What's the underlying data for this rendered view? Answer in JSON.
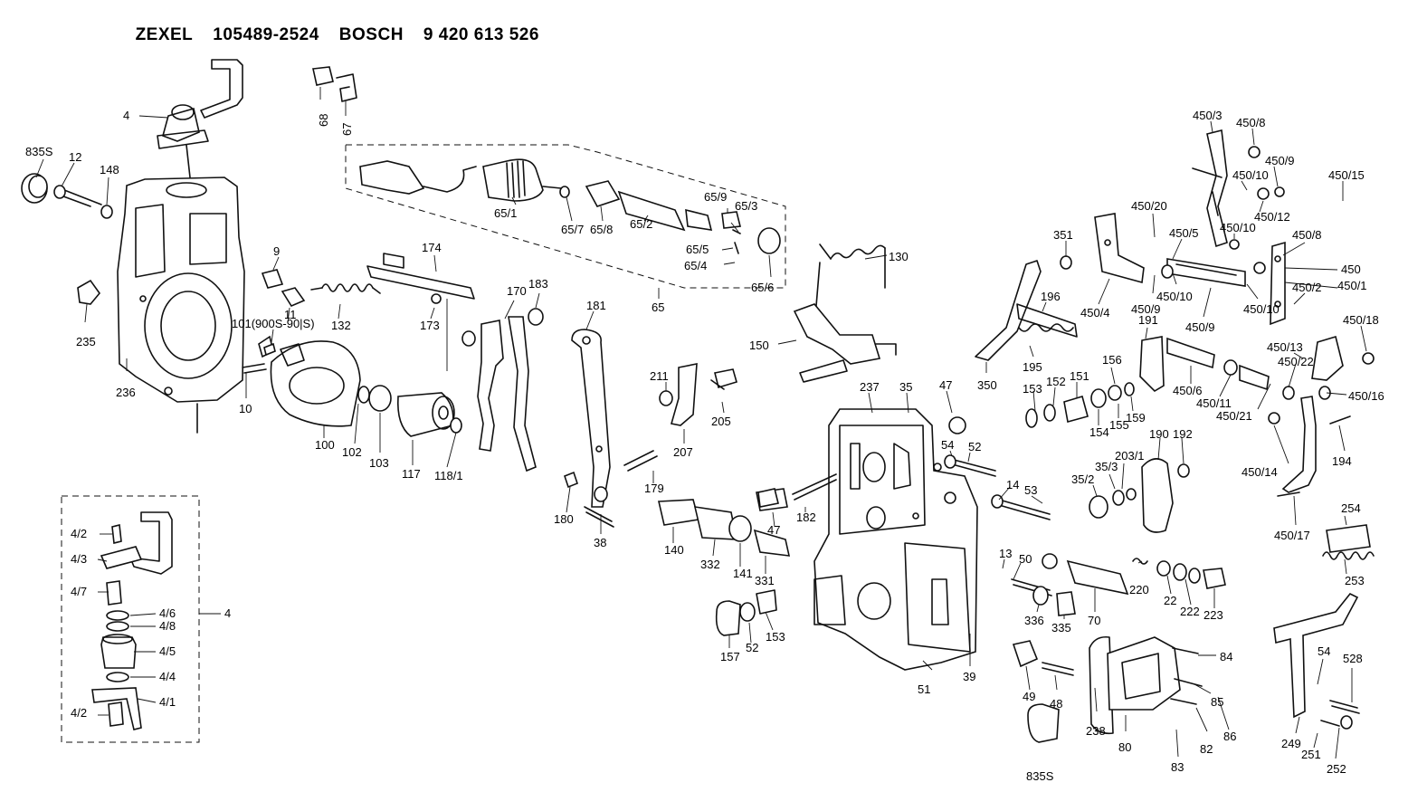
{
  "header": {
    "brand1": "ZEXEL",
    "part_no1": "105489-2524",
    "brand2": "BOSCH",
    "part_no2": "9 420 613 526"
  },
  "labels": [
    {
      "id": "l-4-top",
      "text": "4"
    },
    {
      "id": "l-835S-a",
      "text": "835S"
    },
    {
      "id": "l-12",
      "text": "12"
    },
    {
      "id": "l-148",
      "text": "148"
    },
    {
      "id": "l-68",
      "text": "68"
    },
    {
      "id": "l-67",
      "text": "67"
    },
    {
      "id": "l-9",
      "text": "9"
    },
    {
      "id": "l-11",
      "text": "11"
    },
    {
      "id": "l-101",
      "text": "101(900S-90|S)"
    },
    {
      "id": "l-132",
      "text": "132"
    },
    {
      "id": "l-174",
      "text": "174"
    },
    {
      "id": "l-173",
      "text": "173"
    },
    {
      "id": "l-235",
      "text": "235"
    },
    {
      "id": "l-236",
      "text": "236"
    },
    {
      "id": "l-10",
      "text": "10"
    },
    {
      "id": "l-100",
      "text": "100"
    },
    {
      "id": "l-102",
      "text": "102"
    },
    {
      "id": "l-103",
      "text": "103"
    },
    {
      "id": "l-117",
      "text": "117"
    },
    {
      "id": "l-118-1",
      "text": "118/1"
    },
    {
      "id": "l-65-1",
      "text": "65/1"
    },
    {
      "id": "l-65-7",
      "text": "65/7"
    },
    {
      "id": "l-65-8",
      "text": "65/8"
    },
    {
      "id": "l-65-2",
      "text": "65/2"
    },
    {
      "id": "l-65-9",
      "text": "65/9"
    },
    {
      "id": "l-65-3",
      "text": "65/3"
    },
    {
      "id": "l-65-5",
      "text": "65/5"
    },
    {
      "id": "l-65-4",
      "text": "65/4"
    },
    {
      "id": "l-65-6",
      "text": "65/6"
    },
    {
      "id": "l-65",
      "text": "65"
    },
    {
      "id": "l-170",
      "text": "170"
    },
    {
      "id": "l-183",
      "text": "183"
    },
    {
      "id": "l-181",
      "text": "181"
    },
    {
      "id": "l-130",
      "text": "130"
    },
    {
      "id": "l-150",
      "text": "150"
    },
    {
      "id": "l-211",
      "text": "211"
    },
    {
      "id": "l-205",
      "text": "205"
    },
    {
      "id": "l-207",
      "text": "207"
    },
    {
      "id": "l-179",
      "text": "179"
    },
    {
      "id": "l-180",
      "text": "180"
    },
    {
      "id": "l-38",
      "text": "38"
    },
    {
      "id": "l-140",
      "text": "140"
    },
    {
      "id": "l-332",
      "text": "332"
    },
    {
      "id": "l-141",
      "text": "141"
    },
    {
      "id": "l-47a",
      "text": "47"
    },
    {
      "id": "l-331",
      "text": "331"
    },
    {
      "id": "l-157",
      "text": "157"
    },
    {
      "id": "l-52a",
      "text": "52"
    },
    {
      "id": "l-153a",
      "text": "153"
    },
    {
      "id": "l-182",
      "text": "182"
    },
    {
      "id": "l-237",
      "text": "237"
    },
    {
      "id": "l-35",
      "text": "35"
    },
    {
      "id": "l-47b",
      "text": "47"
    },
    {
      "id": "l-54a",
      "text": "54"
    },
    {
      "id": "l-52b",
      "text": "52"
    },
    {
      "id": "l-14",
      "text": "14"
    },
    {
      "id": "l-53",
      "text": "53"
    },
    {
      "id": "l-13",
      "text": "13"
    },
    {
      "id": "l-50",
      "text": "50"
    },
    {
      "id": "l-336",
      "text": "336"
    },
    {
      "id": "l-335",
      "text": "335"
    },
    {
      "id": "l-70",
      "text": "70"
    },
    {
      "id": "l-51",
      "text": "51"
    },
    {
      "id": "l-39",
      "text": "39"
    },
    {
      "id": "l-49",
      "text": "49"
    },
    {
      "id": "l-48",
      "text": "48"
    },
    {
      "id": "l-835S-b",
      "text": "835S"
    },
    {
      "id": "l-238",
      "text": "238"
    },
    {
      "id": "l-80",
      "text": "80"
    },
    {
      "id": "l-84",
      "text": "84"
    },
    {
      "id": "l-85",
      "text": "85"
    },
    {
      "id": "l-86",
      "text": "86"
    },
    {
      "id": "l-82",
      "text": "82"
    },
    {
      "id": "l-83",
      "text": "83"
    },
    {
      "id": "l-351",
      "text": "351"
    },
    {
      "id": "l-196",
      "text": "196"
    },
    {
      "id": "l-195",
      "text": "195"
    },
    {
      "id": "l-350",
      "text": "350"
    },
    {
      "id": "l-153b",
      "text": "153"
    },
    {
      "id": "l-152",
      "text": "152"
    },
    {
      "id": "l-151",
      "text": "151"
    },
    {
      "id": "l-154",
      "text": "154"
    },
    {
      "id": "l-155",
      "text": "155"
    },
    {
      "id": "l-156",
      "text": "156"
    },
    {
      "id": "l-159",
      "text": "159"
    },
    {
      "id": "l-191",
      "text": "191"
    },
    {
      "id": "l-190",
      "text": "190"
    },
    {
      "id": "l-192",
      "text": "192"
    },
    {
      "id": "l-203-1",
      "text": "203/1"
    },
    {
      "id": "l-35-3",
      "text": "35/3"
    },
    {
      "id": "l-35-2",
      "text": "35/2"
    },
    {
      "id": "l-220",
      "text": "220"
    },
    {
      "id": "l-22",
      "text": "22"
    },
    {
      "id": "l-222",
      "text": "222"
    },
    {
      "id": "l-223",
      "text": "223"
    },
    {
      "id": "l-450-3",
      "text": "450/3"
    },
    {
      "id": "l-450-8a",
      "text": "450/8"
    },
    {
      "id": "l-450-9a",
      "text": "450/9"
    },
    {
      "id": "l-450-10a",
      "text": "450/10"
    },
    {
      "id": "l-450-12",
      "text": "450/12"
    },
    {
      "id": "l-450-10b",
      "text": "450/10"
    },
    {
      "id": "l-450-15",
      "text": "450/15"
    },
    {
      "id": "l-450-20",
      "text": "450/20"
    },
    {
      "id": "l-450-5",
      "text": "450/5"
    },
    {
      "id": "l-450-8b",
      "text": "450/8"
    },
    {
      "id": "l-450",
      "text": "450"
    },
    {
      "id": "l-450-1",
      "text": "450/1"
    },
    {
      "id": "l-450-2",
      "text": "450/2"
    },
    {
      "id": "l-450-4",
      "text": "450/4"
    },
    {
      "id": "l-450-9b",
      "text": "450/9"
    },
    {
      "id": "l-450-10c",
      "text": "450/10"
    },
    {
      "id": "l-450-10d",
      "text": "450/10"
    },
    {
      "id": "l-450-9c",
      "text": "450/9"
    },
    {
      "id": "l-450-18",
      "text": "450/18"
    },
    {
      "id": "l-450-13",
      "text": "450/13"
    },
    {
      "id": "l-450-22",
      "text": "450/22"
    },
    {
      "id": "l-450-6",
      "text": "450/6"
    },
    {
      "id": "l-450-11",
      "text": "450/11"
    },
    {
      "id": "l-450-21",
      "text": "450/21"
    },
    {
      "id": "l-450-16",
      "text": "450/16"
    },
    {
      "id": "l-194",
      "text": "194"
    },
    {
      "id": "l-450-14",
      "text": "450/14"
    },
    {
      "id": "l-450-17",
      "text": "450/17"
    },
    {
      "id": "l-254",
      "text": "254"
    },
    {
      "id": "l-253",
      "text": "253"
    },
    {
      "id": "l-54b",
      "text": "54"
    },
    {
      "id": "l-528",
      "text": "528"
    },
    {
      "id": "l-249",
      "text": "249"
    },
    {
      "id": "l-251",
      "text": "251"
    },
    {
      "id": "l-252",
      "text": "252"
    },
    {
      "id": "l-4-2a",
      "text": "4/2"
    },
    {
      "id": "l-4-3",
      "text": "4/3"
    },
    {
      "id": "l-4-7",
      "text": "4/7"
    },
    {
      "id": "l-4-6",
      "text": "4/6"
    },
    {
      "id": "l-4-8",
      "text": "4/8"
    },
    {
      "id": "l-4-5",
      "text": "4/5"
    },
    {
      "id": "l-4-4",
      "text": "4/4"
    },
    {
      "id": "l-4-1",
      "text": "4/1"
    },
    {
      "id": "l-4-2b",
      "text": "4/2"
    },
    {
      "id": "l-4-box",
      "text": "4"
    }
  ]
}
